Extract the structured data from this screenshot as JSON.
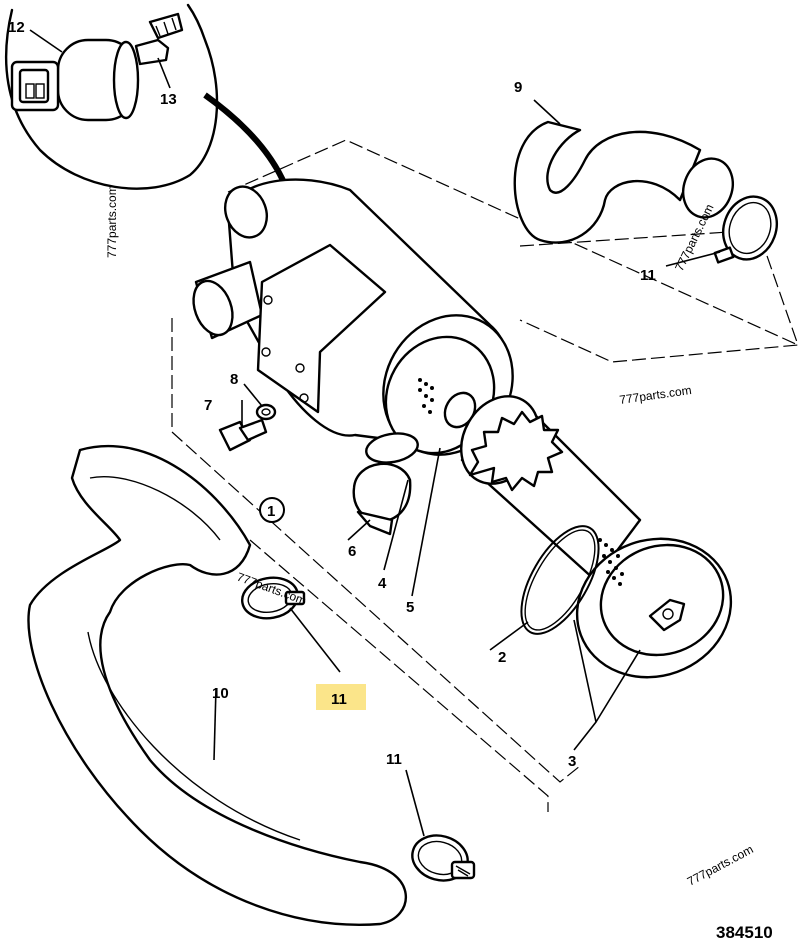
{
  "drawing_number": "384510",
  "watermark": "777parts.com",
  "highlighted_callout": "11",
  "callouts": {
    "c1": "1",
    "c2": "2",
    "c3": "3",
    "c4": "4",
    "c5": "5",
    "c6": "6",
    "c7": "7",
    "c8": "8",
    "c9": "9",
    "c10": "10",
    "c11_top": "11",
    "c11_mid": "11",
    "c11_bottom": "11",
    "c12": "12",
    "c13": "13"
  },
  "colors": {
    "line": "#000000",
    "highlight": "#fbe58a",
    "background": "#ffffff"
  }
}
